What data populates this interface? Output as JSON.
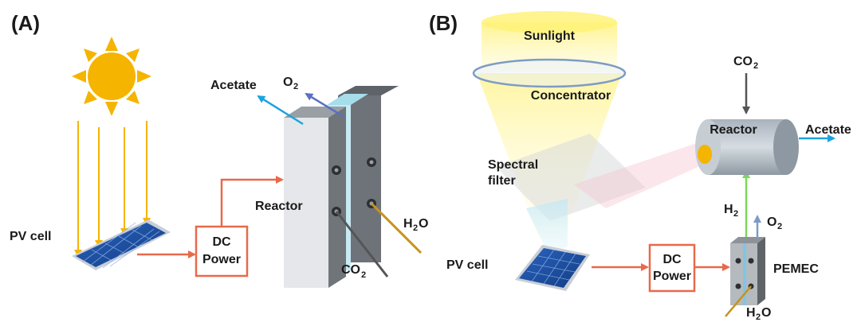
{
  "panel_a": {
    "tag": "(A)",
    "pv_cell": "PV cell",
    "dc_line1": "DC",
    "dc_line2": "Power",
    "reactor": "Reactor",
    "acetate": "Acetate",
    "o2": "O",
    "o2_sub": "2",
    "h2o_h": "H",
    "h2o_sub": "2",
    "h2o_o": "O",
    "co2": "CO",
    "co2_sub": "2"
  },
  "panel_b": {
    "tag": "(B)",
    "sunlight": "Sunlight",
    "concentrator": "Concentrator",
    "spectral1": "Spectral",
    "spectral2": "filter",
    "pv_cell": "PV cell",
    "dc_line1": "DC",
    "dc_line2": "Power",
    "pemec": "PEMEC",
    "reactor": "Reactor",
    "acetate": "Acetate",
    "co2": "CO",
    "co2_sub": "2",
    "h2": "H",
    "h2_sub": "2",
    "o2": "O",
    "o2_sub": "2",
    "h2o_h": "H",
    "h2o_sub": "2",
    "h2o_o": "O"
  },
  "colors": {
    "sun": "#F5B400",
    "sun_ray": "#F5B400",
    "arrow_orange": "#E8694A",
    "acetate_blue": "#1BA3E0",
    "o2_purple": "#5B6FC4",
    "h2_green": "#7CD85A",
    "water_gold": "#C8921C",
    "co2_gray": "#555555",
    "reactor_gray": "#8A8F96",
    "panel_blue": "#1E4FA0"
  }
}
